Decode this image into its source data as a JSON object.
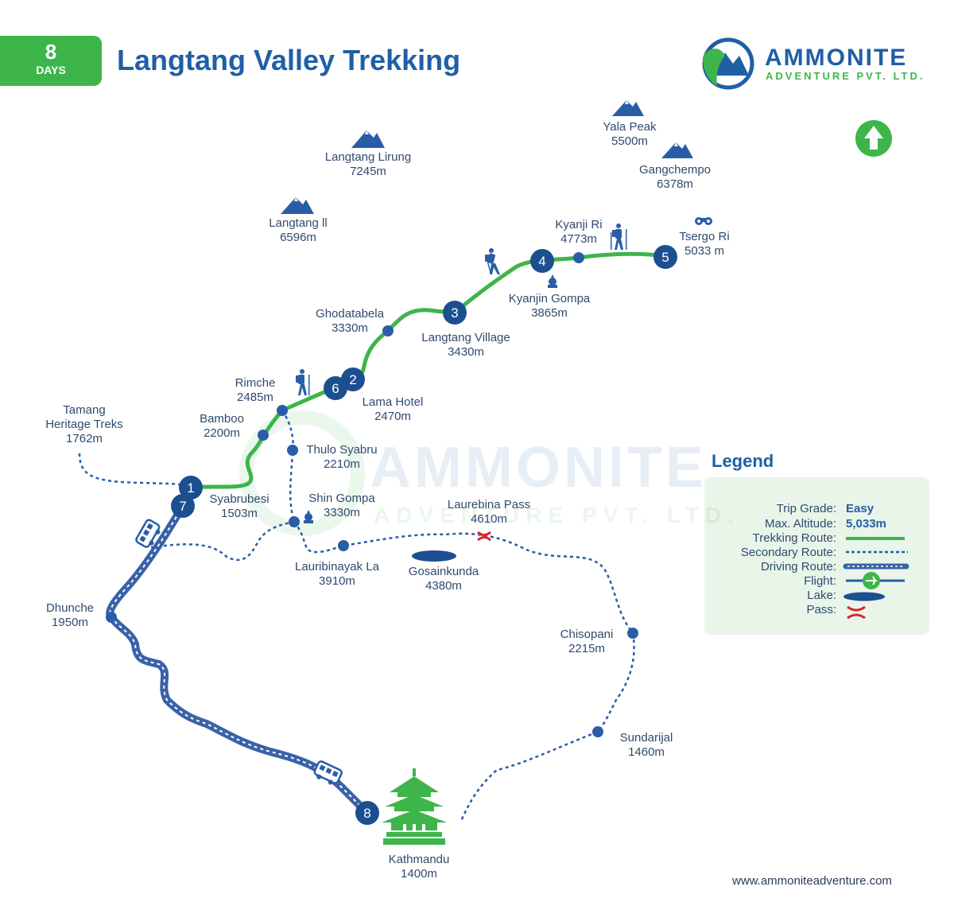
{
  "header": {
    "days_number": "8",
    "days_label": "DAYS",
    "title": "Langtang Valley Trekking",
    "brand_name": "AMMONITE",
    "brand_sub": "ADVENTURE PVT. LTD."
  },
  "watermark": {
    "name": "AMMONITE",
    "sub": "ADVENTURE PVT. LTD."
  },
  "peaks": {
    "yala": {
      "name": "Yala Peak",
      "alt": "5500m"
    },
    "gangchempo": {
      "name": "Gangchempo",
      "alt": "6378m"
    },
    "lirung": {
      "name": "Langtang Lirung",
      "alt": "7245m"
    },
    "langtang2": {
      "name": "Langtang ll",
      "alt": "6596m"
    }
  },
  "places": {
    "tsergo": {
      "name": "Tsergo Ri",
      "alt": "5033 m"
    },
    "kyanjiri": {
      "name": "Kyanji Ri",
      "alt": "4773m"
    },
    "kyanjin": {
      "name": "Kyanjin Gompa",
      "alt": "3865m"
    },
    "langtangv": {
      "name": "Langtang Village",
      "alt": "3430m"
    },
    "ghoda": {
      "name": "Ghodatabela",
      "alt": "3330m"
    },
    "rimche": {
      "name": "Rimche",
      "alt": "2485m"
    },
    "lama": {
      "name": "Lama Hotel",
      "alt": "2470m"
    },
    "bamboo": {
      "name": "Bamboo",
      "alt": "2200m"
    },
    "tamang": {
      "name": "Tamang",
      "name2": "Heritage Treks",
      "alt": "1762m"
    },
    "thulo": {
      "name": "Thulo Syabru",
      "alt": "2210m"
    },
    "syabru": {
      "name": "Syabrubesi",
      "alt": "1503m"
    },
    "shin": {
      "name": "Shin Gompa",
      "alt": "3330m"
    },
    "laurebina": {
      "name": "Laurebina Pass",
      "alt": "4610m"
    },
    "lauribinayak": {
      "name": "Lauribinayak La",
      "alt": "3910m"
    },
    "gosain": {
      "name": "Gosainkunda",
      "alt": "4380m"
    },
    "dhunche": {
      "name": "Dhunche",
      "alt": "1950m"
    },
    "chisopani": {
      "name": "Chisopani",
      "alt": "2215m"
    },
    "sundarijal": {
      "name": "Sundarijal",
      "alt": "1460m"
    },
    "kathmandu": {
      "name": "Kathmandu",
      "alt": "1400m"
    }
  },
  "day_markers": [
    "1",
    "2",
    "3",
    "4",
    "5",
    "6",
    "7",
    "8"
  ],
  "legend": {
    "title": "Legend",
    "trip_grade_label": "Trip Grade:",
    "trip_grade_value": "Easy",
    "max_alt_label": "Max. Altitude:",
    "max_alt_value": "5,033m",
    "trekking_label": "Trekking Route:",
    "secondary_label": "Secondary Route:",
    "driving_label": "Driving Route:",
    "flight_label": "Flight:",
    "lake_label": "Lake:",
    "pass_label": "Pass:"
  },
  "colors": {
    "trek_green": "#3db54a",
    "road_blue": "#3a62a8",
    "dot_blue": "#2a5da8",
    "marker_navy": "#1c4f8f",
    "title_blue": "#1f5fa6",
    "pass_red": "#d9262b"
  },
  "icons": [
    "mountain-icon",
    "hiker-icon",
    "binoculars-icon",
    "gompa-icon",
    "bus-icon",
    "temple-icon",
    "north-arrow-icon",
    "logo-icon",
    "pass-icon",
    "lake-icon",
    "plane-icon"
  ],
  "website": "www.ammoniteadventure.com"
}
